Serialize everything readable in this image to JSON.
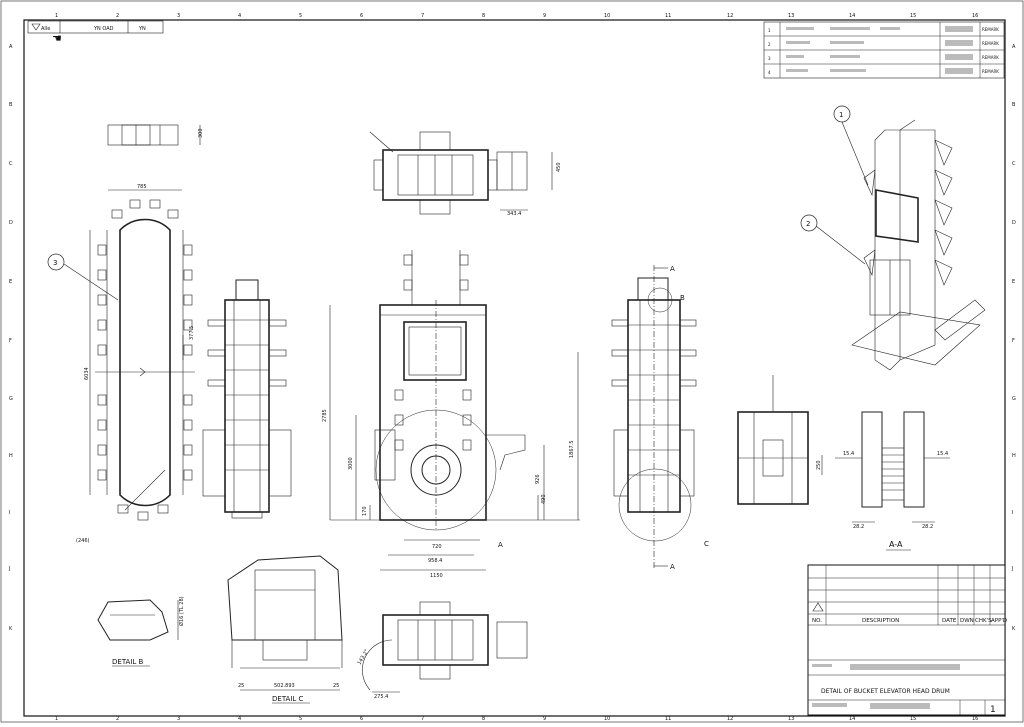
{
  "grid": {
    "columns": [
      "1",
      "2",
      "3",
      "4",
      "5",
      "6",
      "7",
      "8",
      "9",
      "10",
      "11",
      "12",
      "13",
      "14",
      "15",
      "16"
    ],
    "rows": [
      "A",
      "B",
      "C",
      "D",
      "E",
      "F",
      "G",
      "H",
      "I",
      "J",
      "K"
    ]
  },
  "corner_box": {
    "cells": [
      "Alle",
      "YN OAD",
      "YN"
    ]
  },
  "revision_table": {
    "remark_label": "REMARK",
    "rows": [
      "1",
      "2",
      "3",
      "4"
    ]
  },
  "balloons": [
    "1",
    "2",
    "3"
  ],
  "view_labels": {
    "detail_b": "DETAIL B",
    "detail_c": "DETAIL C",
    "section_aa": "A-A",
    "callout_a": "A",
    "callout_b": "B",
    "callout_c": "C",
    "arrow_a_top": "A",
    "arrow_a_bottom": "A"
  },
  "dimensions": {
    "loop_width": "785",
    "loop_height": "6034",
    "front_total_height": "2785",
    "front_inner_height": "3000",
    "front_right_height": "1867.5",
    "front_right_lower": "926",
    "front_bottom_small": "170",
    "front_bottom_mid": "490",
    "front_width_inner": "720",
    "front_width_mid": "958.4",
    "front_width_total": "1150",
    "top_width": "343.4",
    "top_height": "450",
    "small_top_dim": "300",
    "section_left": "15.4",
    "section_right": "15.4",
    "section_bottom_left": "28.2",
    "section_bottom_right": "28.2",
    "section_mid": "250",
    "detail_c_left": "25",
    "detail_c_right": "25",
    "detail_c_mid": "502.893",
    "detail_b_side": "Ø16 (TL 28)",
    "side_pitch": "377.5",
    "bottom_view_dim": "275.4",
    "bottom_view_angle": "143.2°",
    "chain_note": "(246)"
  },
  "title_block": {
    "headers": [
      "NO.",
      "DESCRIPTION",
      "DATE",
      "DWN",
      "CHK'S",
      "APP'D"
    ],
    "title_line": "DETAIL OF BUCKET ELEVATOR HEAD DRUM",
    "scale_value": "1"
  }
}
